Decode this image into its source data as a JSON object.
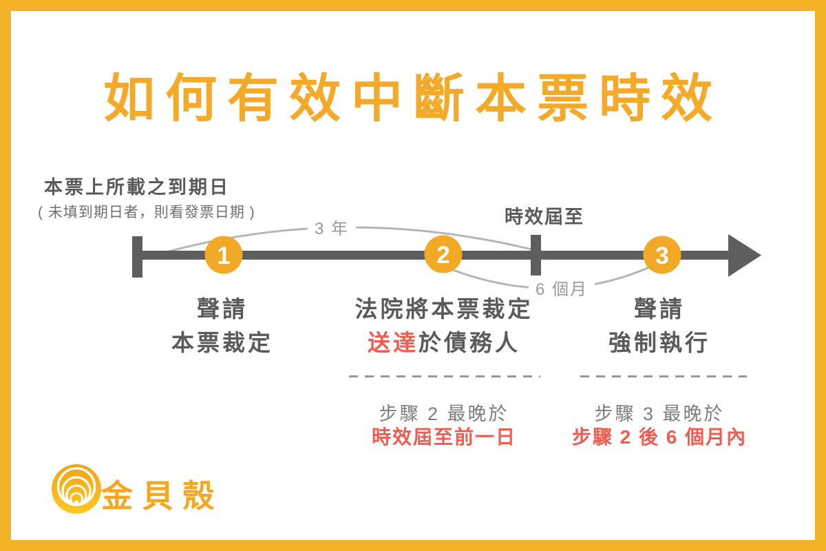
{
  "title": "如何有效中斷本票時效",
  "colors": {
    "border_orange": "#F4B229",
    "accent_orange": "#F5A928",
    "circle_orange": "#F2AA26",
    "alert_red": "#F25B50",
    "heading_gray": "#5A5A5A",
    "note_gray": "#7D7D7D",
    "arc_gray": "#B5B5B5",
    "timeline_gray": "#5E5E5E"
  },
  "timeline": {
    "origin_label": "本票上所載之到期日",
    "origin_note": "( 未填到期日者，則看發票日期 )",
    "expiry_label": "時效屆至",
    "span_3_years": "3 年",
    "span_6_months": "6 個月"
  },
  "steps": [
    {
      "number": "1",
      "line1": "聲請",
      "line2": "本票裁定"
    },
    {
      "number": "2",
      "line1": "法院將本票裁定",
      "line2_highlight": "送達",
      "line2_rest": "於債務人",
      "note1": "步驟 2 最晚於",
      "note2": "時效屆至前一日"
    },
    {
      "number": "3",
      "line1": "聲請",
      "line2": "強制執行",
      "note1": "步驟 3 最晚於",
      "note2": "步驟 2 後 6 個月內"
    }
  ],
  "footer": {
    "brand_name": "金貝殼",
    "logo_icon": "golden-shell-icon"
  }
}
